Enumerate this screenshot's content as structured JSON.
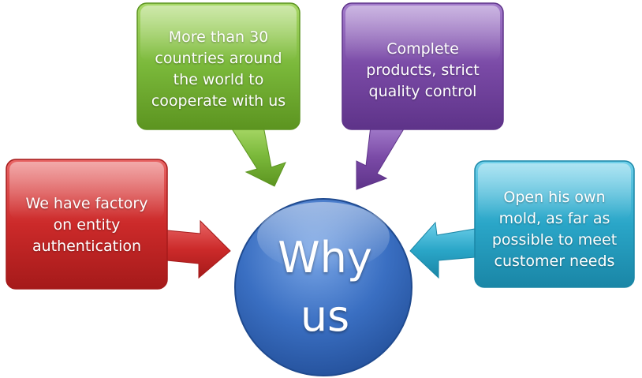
{
  "center": {
    "label": "Why\nus",
    "color": "#3a6fc2"
  },
  "boxes": [
    {
      "id": "green",
      "text": "More than 30\ncountries around\nthe world to\ncooperate with us",
      "color": "#7ab83a"
    },
    {
      "id": "purple",
      "text": "Complete\nproducts, strict\nquality control",
      "color": "#7a4aa6"
    },
    {
      "id": "red",
      "text": "We have factory\non entity\nauthentication",
      "color": "#cc2a2a"
    },
    {
      "id": "cyan",
      "text": "Open his own\nmold, as far as\npossible to meet\ncustomer needs",
      "color": "#2aa6c8"
    }
  ]
}
